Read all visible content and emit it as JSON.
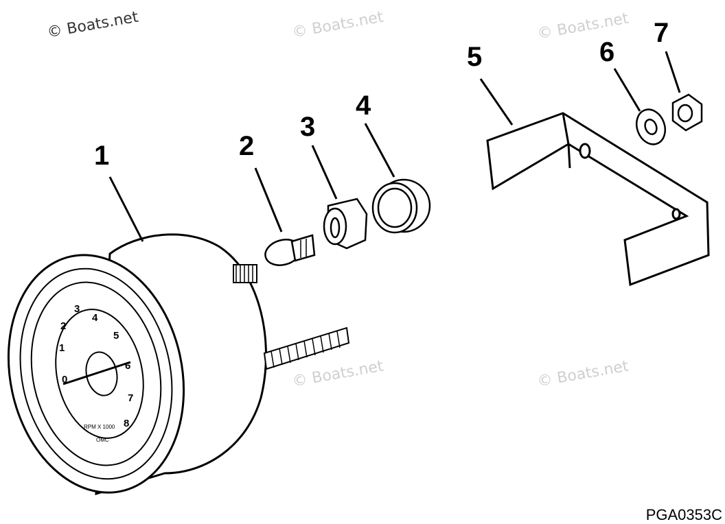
{
  "watermarks": [
    {
      "text": "© Boats.net",
      "tone": "dark"
    },
    {
      "text": "© Boats.net",
      "tone": "light"
    },
    {
      "text": "© Boats.net",
      "tone": "light"
    },
    {
      "text": "© Boats.net",
      "tone": "light"
    },
    {
      "text": "© Boats.net",
      "tone": "light"
    }
  ],
  "callouts": [
    "1",
    "2",
    "3",
    "4",
    "5",
    "6",
    "7"
  ],
  "drawing_code": "PGA0353C",
  "gauge_face": {
    "numerals": [
      "0",
      "1",
      "2",
      "3",
      "4",
      "5",
      "6",
      "7",
      "8"
    ],
    "unit_text": "RPM X 1000",
    "brand": "OMC"
  }
}
